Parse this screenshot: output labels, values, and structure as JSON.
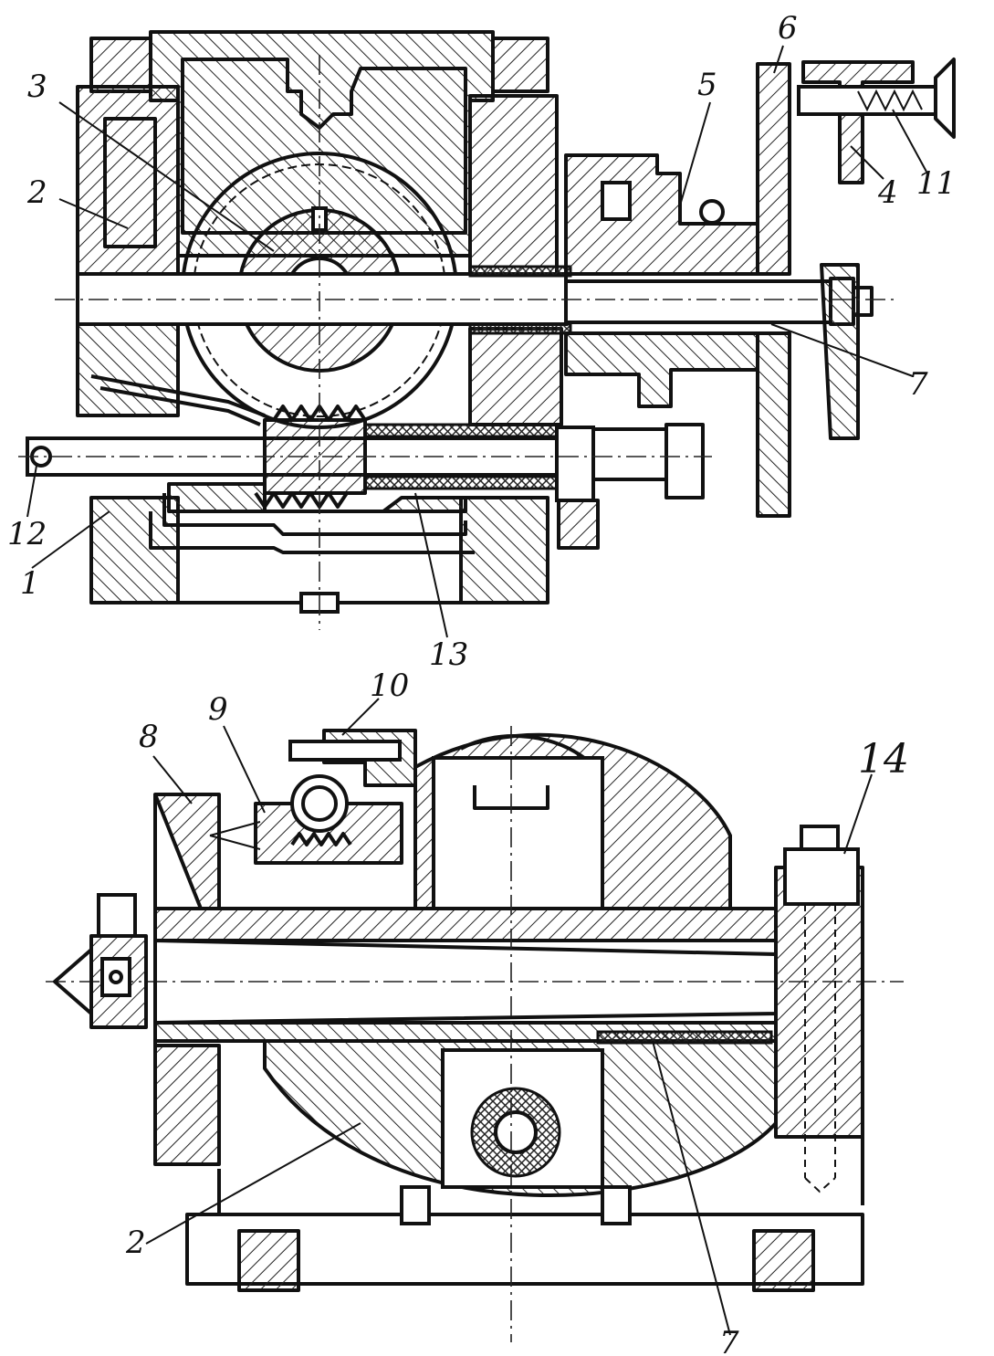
{
  "labels": {
    "top": {
      "l1": "1",
      "l2": "2",
      "l3": "3",
      "l4": "4",
      "l5": "5",
      "l6": "6",
      "l7": "7",
      "l11": "11",
      "l12": "12",
      "l13": "13"
    },
    "bottom": {
      "l8": "8",
      "l9": "9",
      "l10": "10",
      "l14": "14",
      "l2": "2",
      "l7": "7"
    }
  }
}
